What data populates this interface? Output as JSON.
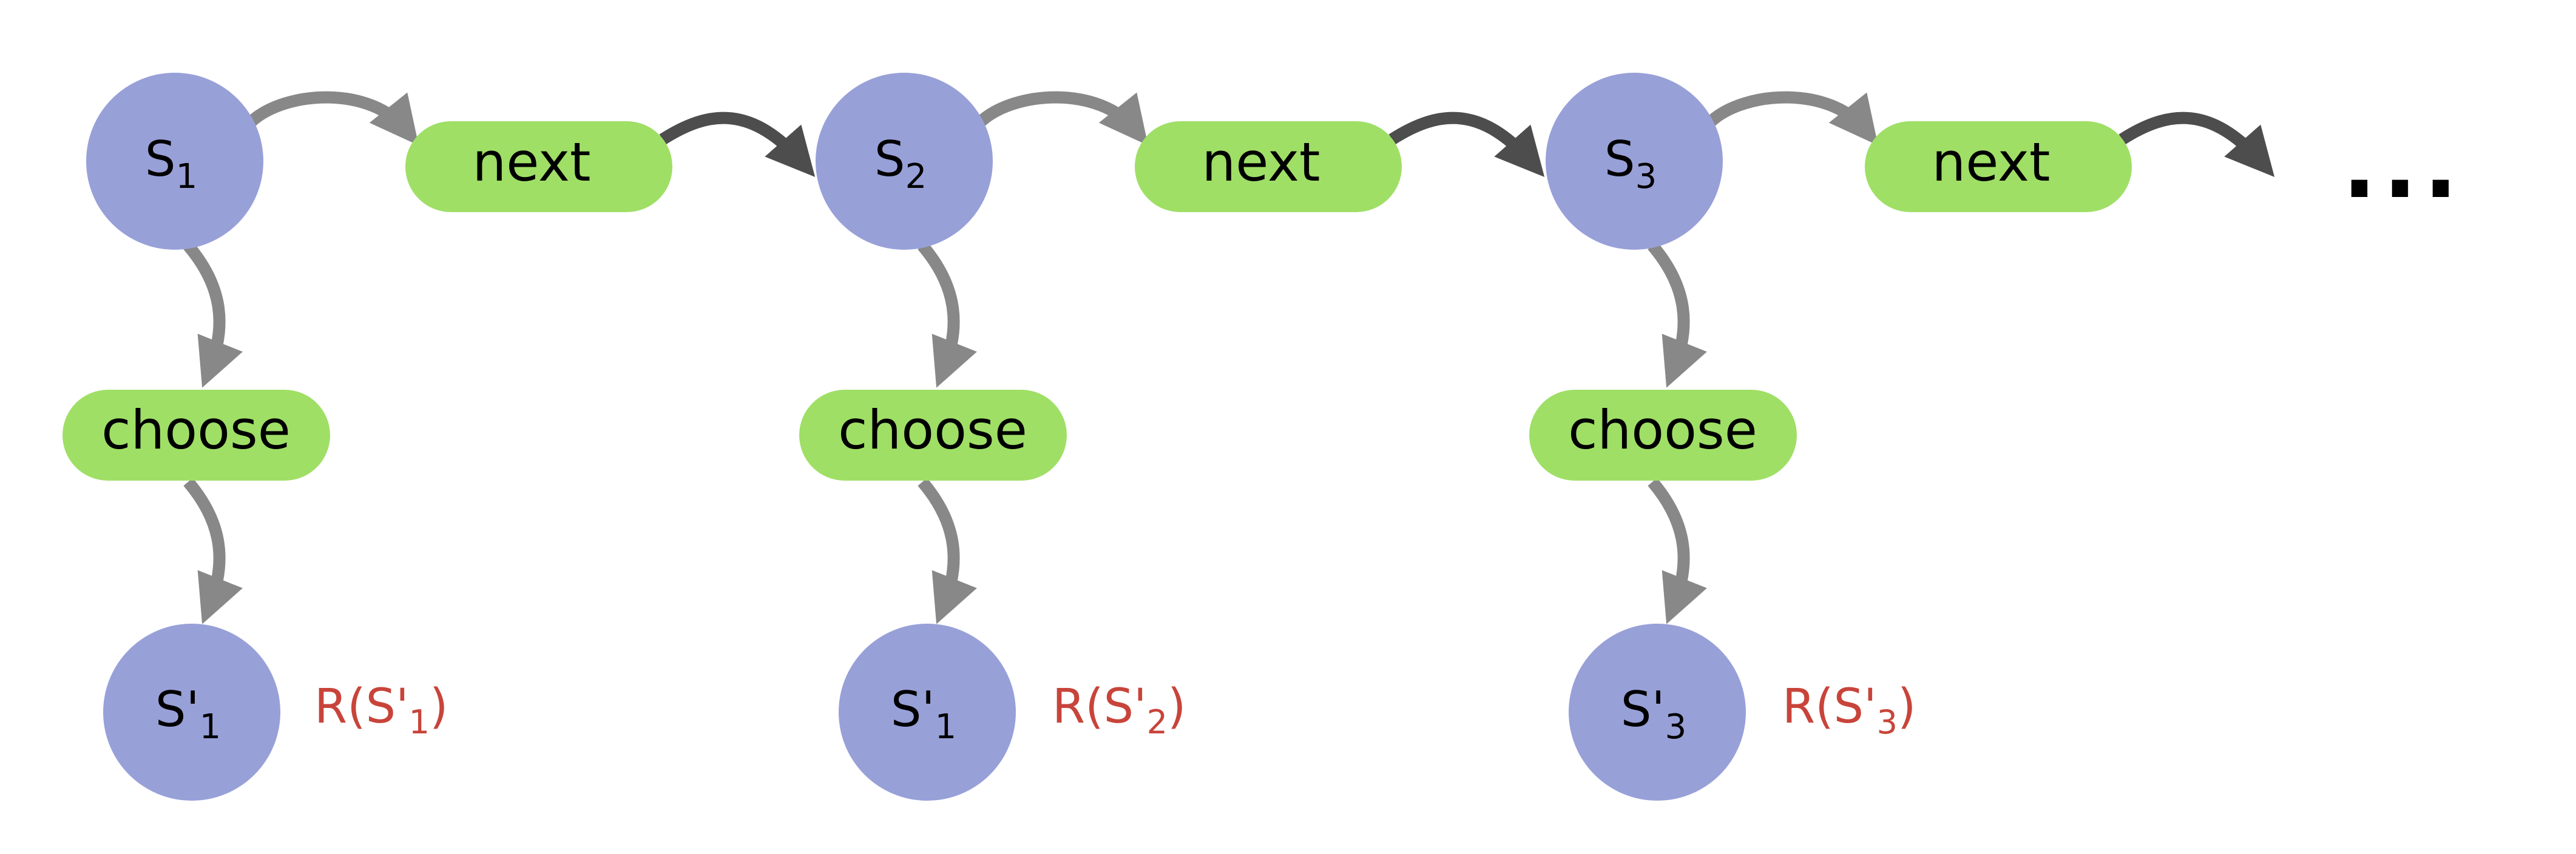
{
  "colors": {
    "state_fill": "#98a0d8",
    "action_fill": "#9fdf66",
    "edge_light": "#888888",
    "edge_dark": "#4d4d4d",
    "reward_text": "#c8443a",
    "text": "#000000"
  },
  "steps": [
    {
      "state": {
        "base": "S",
        "sub": "1"
      },
      "choose_label": "choose",
      "next_label": "next",
      "chosen_state": {
        "base": "S'",
        "sub": "1"
      },
      "reward": {
        "prefix": "R(S'",
        "sub": "1",
        "suffix": ")"
      }
    },
    {
      "state": {
        "base": "S",
        "sub": "2"
      },
      "choose_label": "choose",
      "next_label": "next",
      "chosen_state": {
        "base": "S'",
        "sub": "1"
      },
      "reward": {
        "prefix": "R(S'",
        "sub": "2",
        "suffix": ")"
      }
    },
    {
      "state": {
        "base": "S",
        "sub": "3"
      },
      "choose_label": "choose",
      "next_label": "next",
      "chosen_state": {
        "base": "S'",
        "sub": "3"
      },
      "reward": {
        "prefix": "R(S'",
        "sub": "3",
        "suffix": ")"
      }
    }
  ],
  "continuation": "..."
}
